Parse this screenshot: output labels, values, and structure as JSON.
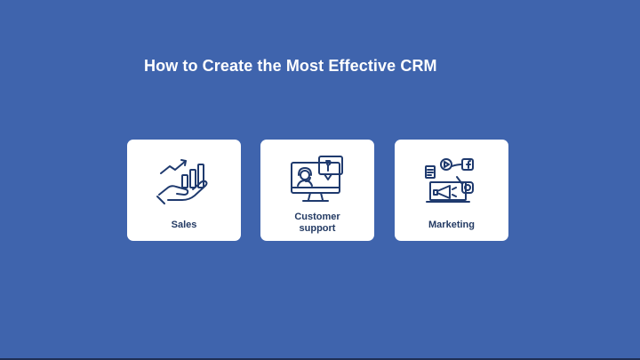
{
  "slide": {
    "title": "How to Create the Most Effective CRM",
    "accent_color": "#3f64ad",
    "icon_color": "#1f3a6e",
    "cards": [
      {
        "label": "Sales",
        "icon": "hand-growth-chart-icon"
      },
      {
        "label_line1": "Customer",
        "label_line2": "support",
        "icon": "monitor-headset-support-icon"
      },
      {
        "label": "Marketing",
        "icon": "laptop-megaphone-social-icon"
      }
    ]
  }
}
